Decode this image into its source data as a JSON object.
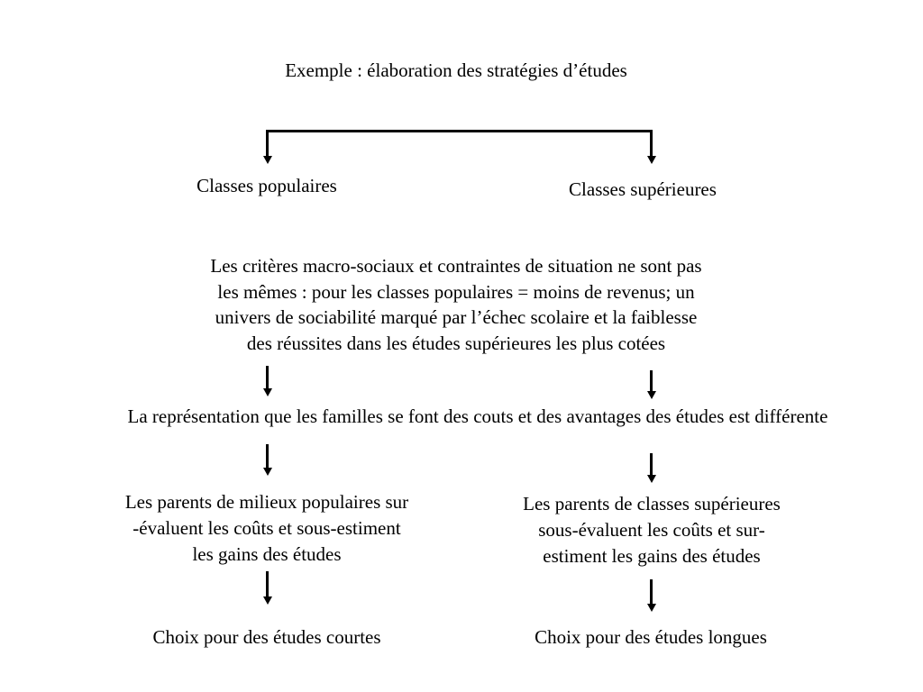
{
  "page": {
    "background_color": "#ffffff",
    "text_color": "#000000"
  },
  "diagram": {
    "title": "Exemple : élaboration des stratégies d’études",
    "branches": {
      "left_label": "Classes populaires",
      "right_label": "Classes supérieures"
    },
    "criteria_paragraph": "Les critères macro-sociaux et contraintes de situation ne sont pas\nles mêmes : pour les classes populaires = moins de revenus; un\nunivers de sociabilité marqué par l’échec scolaire et la faiblesse\ndes réussites dans les études supérieures les plus cotées",
    "representation_statement": "La représentation que les familles se font des couts et des avantages des études est différente",
    "left_column": {
      "parents_block": "Les parents de milieux populaires sur\n-évaluent les coûts et sous-estiment\nles gains des études",
      "outcome": "Choix pour des études courtes"
    },
    "right_column": {
      "parents_block": "Les parents de classes supérieures\nsous-évaluent les coûts et sur-\nestiment les gains des études",
      "outcome": "Choix pour des études longues"
    }
  }
}
